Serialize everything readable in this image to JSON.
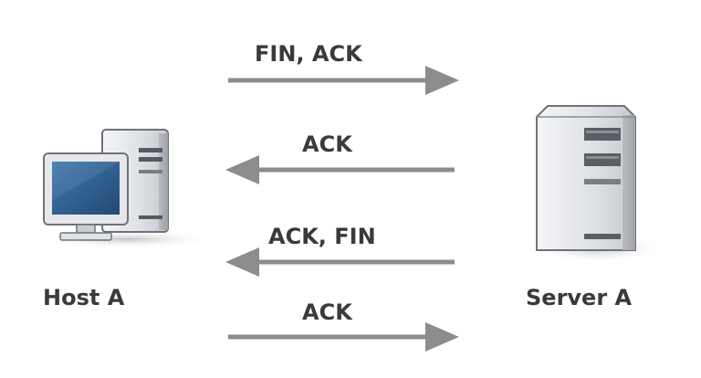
{
  "diagram": {
    "host_label": "Host A",
    "server_label": "Server A",
    "messages": [
      {
        "label": "FIN, ACK",
        "direction": "host-to-server"
      },
      {
        "label": "ACK",
        "direction": "server-to-host"
      },
      {
        "label": "ACK, FIN",
        "direction": "server-to-host"
      },
      {
        "label": "ACK",
        "direction": "host-to-server"
      }
    ],
    "colors": {
      "arrow": "#8c8c8c",
      "text": "#3a3a3a",
      "screen": "#2f5f8f"
    },
    "icons": {
      "host": "desktop-computer-icon",
      "server": "server-tower-icon"
    }
  }
}
